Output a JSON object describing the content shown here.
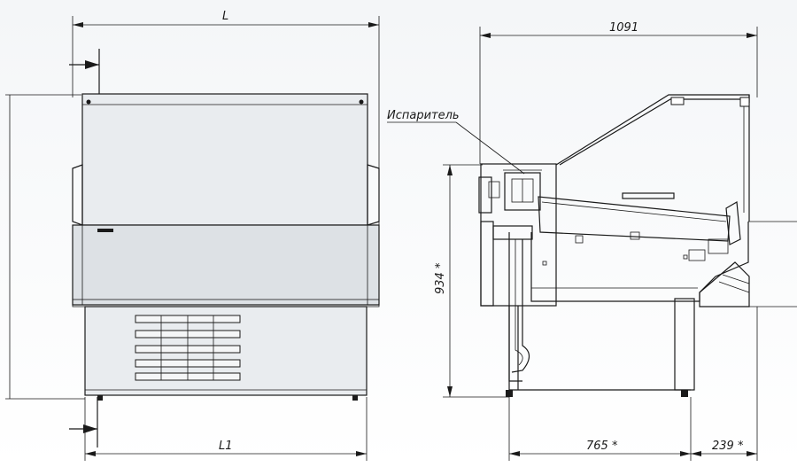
{
  "dimensions": {
    "front_width_top": "L",
    "front_width_bottom": "L1",
    "side_width_top": "1091",
    "side_height": "934 *",
    "side_base_depth": "765 *",
    "side_overhang": "239 *"
  },
  "callouts": {
    "evaporator": "Испаритель"
  },
  "colors": {
    "line": "#1a1a1a",
    "panel": "#e9ecef",
    "background": "#ffffff"
  }
}
